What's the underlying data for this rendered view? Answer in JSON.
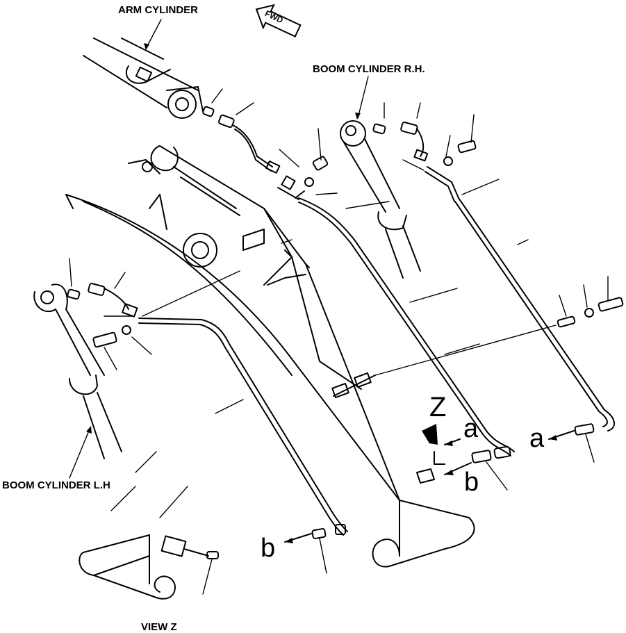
{
  "labels": {
    "arm_cylinder": "ARM CYLINDER",
    "fwd": "FWD",
    "boom_cylinder_rh": "BOOM CYLINDER  R.H.",
    "boom_cylinder_lh": "BOOM CYLINDER L.H",
    "view_z": "VIEW Z"
  },
  "callouts": {
    "z": "Z",
    "a_upper": "a",
    "a_right": "a",
    "b_right": "b",
    "b_lower": "b"
  }
}
